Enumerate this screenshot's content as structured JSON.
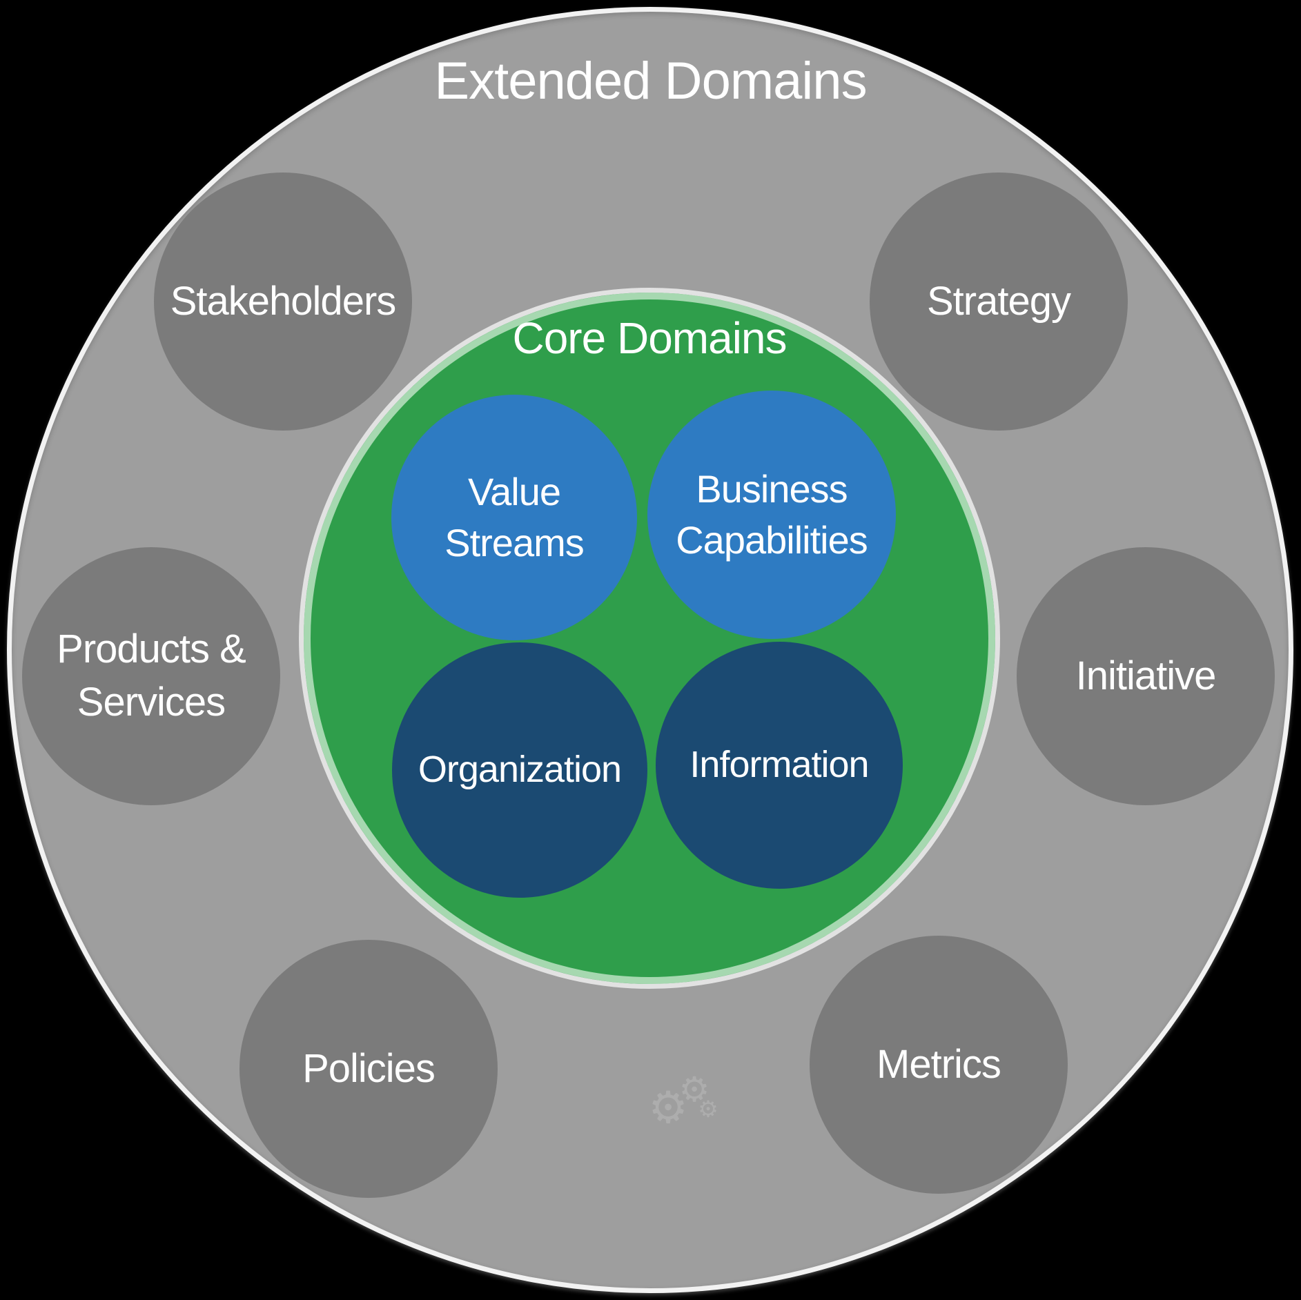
{
  "diagram": {
    "outer_ring": {
      "label": "Extended Domains",
      "fill": "#9E9E9E",
      "border_color": "#F2F2F2",
      "text_color": "#FFFFFF"
    },
    "core_ring": {
      "label": "Core Domains",
      "fill": "#2F9E4B",
      "border_color": "#E2E2E2",
      "inner_ring_color": "#A6D8B0",
      "text_color": "#FFFFFF"
    },
    "core_domains": [
      {
        "label": "Value Streams",
        "fill": "#2E7BC2"
      },
      {
        "label": "Business Capabilities",
        "fill": "#2E7BC2"
      },
      {
        "label": "Organization",
        "fill": "#1B4A72"
      },
      {
        "label": "Information",
        "fill": "#1B4A72"
      }
    ],
    "extended_domains": [
      {
        "label": "Stakeholders",
        "fill": "#7B7B7B"
      },
      {
        "label": "Strategy",
        "fill": "#7B7B7B"
      },
      {
        "label": "Products & Services",
        "fill": "#7B7B7B"
      },
      {
        "label": "Initiative",
        "fill": "#7B7B7B"
      },
      {
        "label": "Policies",
        "fill": "#7B7B7B"
      },
      {
        "label": "Metrics",
        "fill": "#7B7B7B"
      }
    ],
    "gears_icon": {
      "glyph": "⚙",
      "color": "#ADADAD"
    }
  }
}
